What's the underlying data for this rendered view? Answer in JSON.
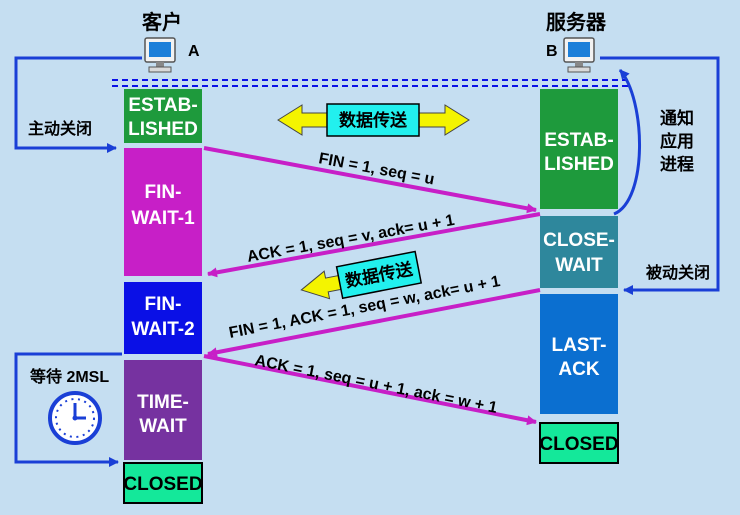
{
  "client": {
    "title": "客户",
    "host": "A"
  },
  "server": {
    "title": "服务器",
    "host": "B"
  },
  "client_states": [
    {
      "lines": [
        "ESTAB-",
        "LISHED"
      ],
      "color": "#1e9a3c"
    },
    {
      "lines": [
        "FIN-",
        "WAIT-1"
      ],
      "color": "#c71fc7"
    },
    {
      "lines": [
        "FIN-",
        "WAIT-2"
      ],
      "color": "#0a10e6"
    },
    {
      "lines": [
        "TIME-",
        "WAIT"
      ],
      "color": "#7632a0"
    },
    {
      "lines": [
        "CLOSED"
      ],
      "color": "#14e89a"
    }
  ],
  "server_states": [
    {
      "lines": [
        "ESTAB-",
        "LISHED"
      ],
      "color": "#1e9a3c"
    },
    {
      "lines": [
        "CLOSE-",
        "WAIT"
      ],
      "color": "#2e879c"
    },
    {
      "lines": [
        "LAST-",
        "ACK"
      ],
      "color": "#0b6fd0"
    },
    {
      "lines": [
        "CLOSED"
      ],
      "color": "#14e89a"
    }
  ],
  "messages": [
    "FIN = 1, seq = u",
    "ACK = 1, seq = v, ack= u + 1",
    "FIN = 1, ACK = 1, seq = w, ack= u + 1",
    "ACK = 1, seq = u + 1, ack = w + 1"
  ],
  "data_transfer_label": "数据传送",
  "side_labels": {
    "active_close": "主动关闭",
    "passive_close": "被动关闭",
    "notify_app": [
      "通知",
      "应用",
      "进程"
    ],
    "wait_2msl": "等待 2MSL"
  },
  "colors": {
    "background": "#c5def1",
    "arrow_message": "#c71fc7",
    "arrow_side": "#1a3fd6",
    "data_box": "#22f0ee",
    "data_arrow": "#f4f400"
  },
  "icons": [
    "computer-icon",
    "clock-icon"
  ]
}
